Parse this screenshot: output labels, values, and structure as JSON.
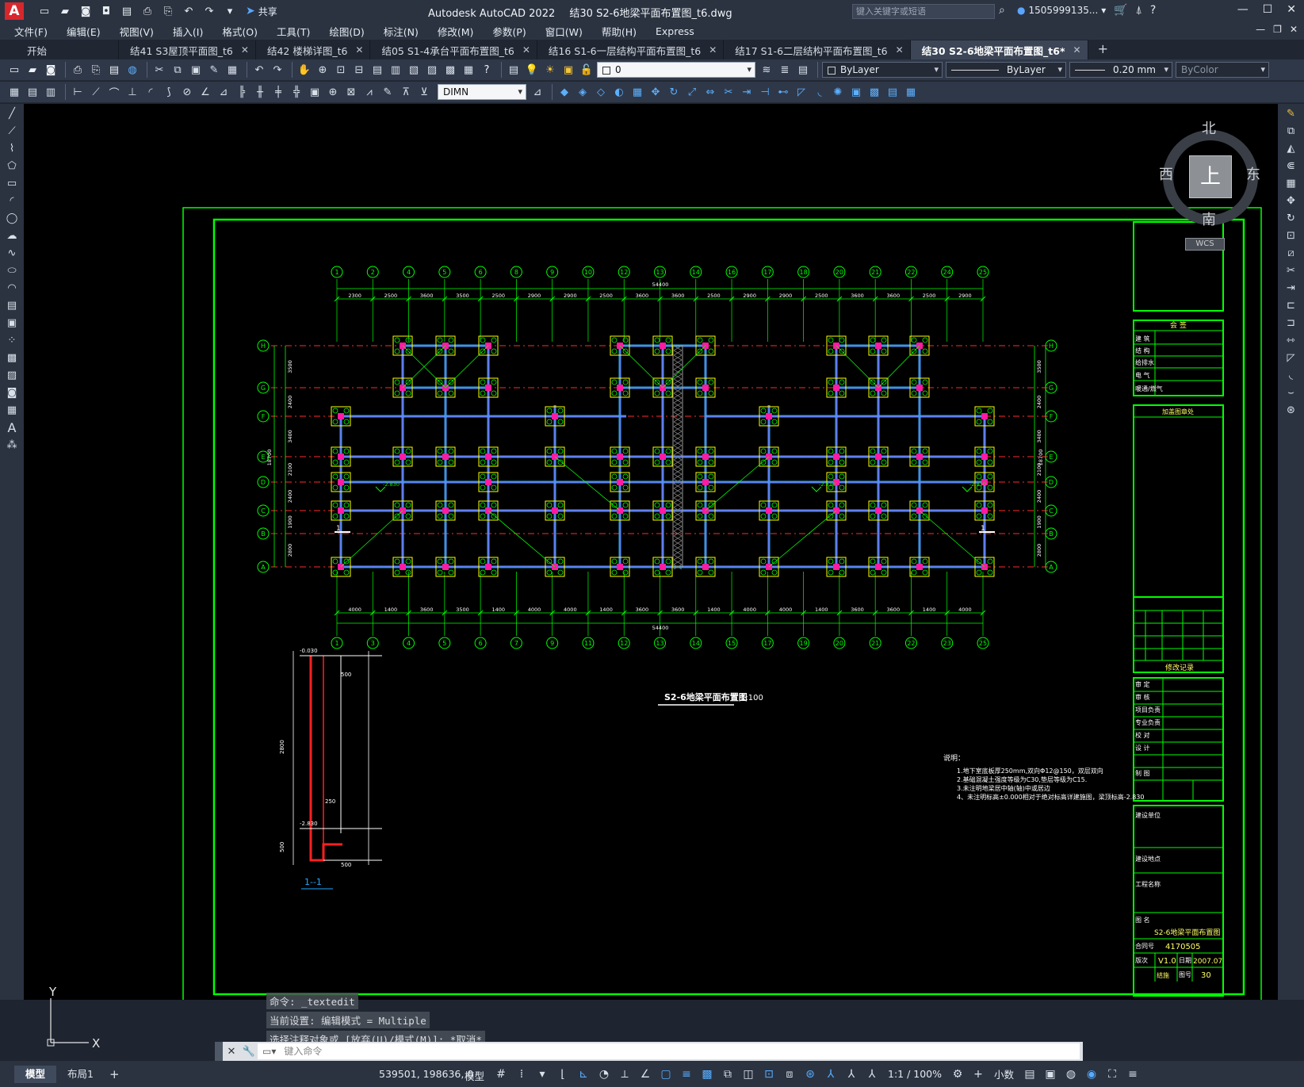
{
  "app": {
    "title": "Autodesk AutoCAD 2022",
    "file": "结30 S2-6地梁平面布置图_t6.dwg",
    "share": "共享",
    "search_placeholder": "键入关键字或短语",
    "user": "1505999135...",
    "logo": "A"
  },
  "menu": [
    "文件(F)",
    "编辑(E)",
    "视图(V)",
    "插入(I)",
    "格式(O)",
    "工具(T)",
    "绘图(D)",
    "标注(N)",
    "修改(M)",
    "参数(P)",
    "窗口(W)",
    "帮助(H)",
    "Express"
  ],
  "tabs": [
    {
      "label": "开始",
      "closable": false,
      "active": false
    },
    {
      "label": "结41 S3屋顶平面图_t6",
      "closable": true,
      "active": false
    },
    {
      "label": "结42 楼梯详图_t6",
      "closable": true,
      "active": false
    },
    {
      "label": "结05 S1-4承台平面布置图_t6",
      "closable": true,
      "active": false
    },
    {
      "label": "结16 S1-6一层结构平面布置图_t6",
      "closable": true,
      "active": false
    },
    {
      "label": "结17 S1-6二层结构平面布置图_t6",
      "closable": true,
      "active": false
    },
    {
      "label": "结30 S2-6地梁平面布置图_t6*",
      "closable": true,
      "active": true
    }
  ],
  "properties": {
    "layer": "0",
    "color": "ByLayer",
    "linetype": "ByLayer",
    "lineweight": "0.20 mm",
    "plotstyle": "ByColor",
    "dimstyle": "DIMN"
  },
  "viewcube": {
    "north": "北",
    "south": "南",
    "east": "东",
    "west": "西",
    "face": "上",
    "wcs": "WCS"
  },
  "drawing": {
    "grid_top": [
      "1",
      "2",
      "4",
      "5",
      "6",
      "8",
      "9",
      "10",
      "12",
      "13",
      "14",
      "16",
      "17",
      "18",
      "20",
      "21",
      "22",
      "24",
      "25"
    ],
    "grid_bottom": [
      "1",
      "3",
      "4",
      "5",
      "6",
      "7",
      "9",
      "11",
      "12",
      "13",
      "14",
      "15",
      "17",
      "19",
      "20",
      "21",
      "22",
      "23",
      "25"
    ],
    "grid_rows": [
      "H",
      "G",
      "F",
      "E",
      "D",
      "C",
      "B",
      "A"
    ],
    "dims_top": [
      "2300",
      "2500",
      "3600",
      "3500",
      "2500",
      "2900",
      "2900",
      "2500",
      "3600",
      "3600",
      "2500",
      "2900",
      "2900",
      "2500",
      "3600",
      "3600",
      "2500",
      "2900"
    ],
    "dims_bottom": [
      "4000",
      "1400",
      "3600",
      "3500",
      "1400",
      "4000",
      "4000",
      "1400",
      "3600",
      "3600",
      "1400",
      "4000",
      "4000",
      "1400",
      "3600",
      "3600",
      "1400",
      "4000"
    ],
    "overall_dim": "54400",
    "left_dims": [
      "3500",
      "2400",
      "3400",
      "2100",
      "2400",
      "1900",
      "2800"
    ],
    "left_total": "18700",
    "elev": "-2.830",
    "plan_title": "S2-6地梁平面布置图",
    "plan_scale": "1:100",
    "section_title": "1--1",
    "section_labels": [
      "-0.030",
      "-2.830",
      "500",
      "250",
      "500",
      "2800",
      "500"
    ],
    "notes_title": "说明：",
    "notes": [
      "1.地下室底板厚250mm,双向Φ12@150，双层双向",
      "2.基础混凝土强度等级为C30,垫层等级为C15.",
      "3.未注明地梁居中轴(轴)中或居边",
      "4、未注明标高±0.000相对于绝对标高详建施图，梁顶标高-2.830"
    ],
    "title_block": {
      "sign_header": "会 签",
      "sign_rows": [
        "建 筑",
        "结 构",
        "给排水",
        "电 气",
        "暖通/燃气"
      ],
      "stamp": "加盖图章处",
      "revision": "修改记录",
      "staff": [
        "审 定",
        "审 核",
        "项目负责",
        "专业负责",
        "校 对",
        "设 计",
        "制 图"
      ],
      "client": "建设单位",
      "site": "建设地点",
      "project": "工程名称",
      "drawing_name_label": "图 名",
      "drawing_name": "S2-6地梁平面布置图",
      "contract_label": "合同号",
      "contract": "4170505",
      "version_label": "版次",
      "version": "V1.0",
      "date_label": "日期",
      "date": "2007.07",
      "sheet_label": "图号",
      "sheet": "30",
      "discipline": "结施"
    }
  },
  "command": {
    "history": [
      "命令: _textedit",
      "当前设置: 编辑模式 = Multiple",
      "选择注释对象或 [放弃(U)/模式(M)]: *取消*"
    ],
    "placeholder": "键入命令"
  },
  "ucs": {
    "x": "X",
    "y": "Y"
  },
  "status": {
    "layouts": [
      {
        "label": "模型",
        "active": true
      },
      {
        "label": "布局1",
        "active": false
      }
    ],
    "coords": "539501, 198636, 0",
    "mode": "模型",
    "scale": "1:1 / 100%",
    "units": "小数"
  }
}
